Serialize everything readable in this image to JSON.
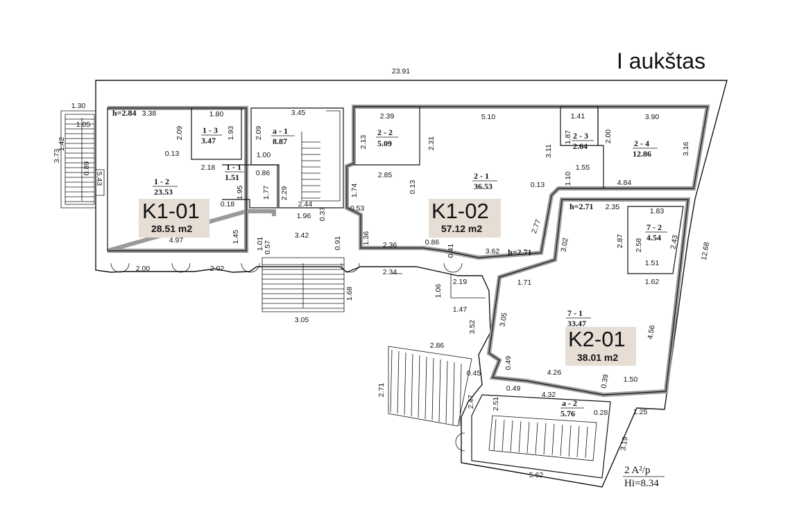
{
  "title": "I aukštas",
  "units": [
    {
      "code": "K1-01",
      "area": "28.51 m2"
    },
    {
      "code": "K1-02",
      "area": "57.12 m2"
    },
    {
      "code": "K2-01",
      "area": "38.01 m2"
    }
  ],
  "rooms": [
    {
      "id": "1 - 2",
      "area": "23.53"
    },
    {
      "id": "1 - 3",
      "area": "3.47"
    },
    {
      "id": "1 - 1",
      "area": "1.51"
    },
    {
      "id": "a - 1",
      "area": "8.87"
    },
    {
      "id": "2 - 2",
      "area": "5.09"
    },
    {
      "id": "2 - 1",
      "area": "36.53"
    },
    {
      "id": "2 - 3",
      "area": "2.64"
    },
    {
      "id": "2 - 4",
      "area": "12.86"
    },
    {
      "id": "7 - 2",
      "area": "4.54"
    },
    {
      "id": "7 - 1",
      "area": "33.47"
    },
    {
      "id": "a - 2",
      "area": "5.76"
    }
  ],
  "heights": [
    "h=2.84",
    "h=2.71",
    "h=2.71"
  ],
  "dimensions": [
    "23.91",
    "1.30",
    "1.05",
    "1.42",
    "3.73",
    "0.89",
    "5.43",
    "3.38",
    "1.80",
    "2.09",
    "1.93",
    "0.13",
    "2.18",
    "1.00",
    "0.86",
    "1.95",
    "1.77",
    "2.29",
    "0.18",
    "1.45",
    "4.97",
    "2.00",
    "2.02",
    "3.45",
    "2.09",
    "2.44",
    "1.96",
    "0.37",
    "3.42",
    "1.01",
    "0.57",
    "0.91",
    "1.68",
    "3.05",
    "2.39",
    "2.13",
    "2.31",
    "2.85",
    "5.10",
    "0.13",
    "1.74",
    "0.53",
    "1.36",
    "2.36",
    "0.86",
    "0.41",
    "3.62",
    "2.34",
    "1.41",
    "1.87",
    "2.00",
    "3.90",
    "3.11",
    "1.10",
    "1.55",
    "3.16",
    "0.13",
    "4.84",
    "2.35",
    "1.83",
    "2.77",
    "3.02",
    "2.87",
    "2.58",
    "2.43",
    "1.51",
    "1.62",
    "12.68",
    "1.71",
    "2.19",
    "1.06",
    "1.47",
    "3.05",
    "3.52",
    "2.86",
    "2.71",
    "0.49",
    "4.26",
    "0.39",
    "1.50",
    "4.56",
    "0.45",
    "0.49",
    "2.47",
    "2.51",
    "4.32",
    "0.28",
    "1.25",
    "3.19",
    "5.62"
  ],
  "stamp": {
    "line1": "2  A²/p",
    "line2": "Hi=8.34"
  }
}
